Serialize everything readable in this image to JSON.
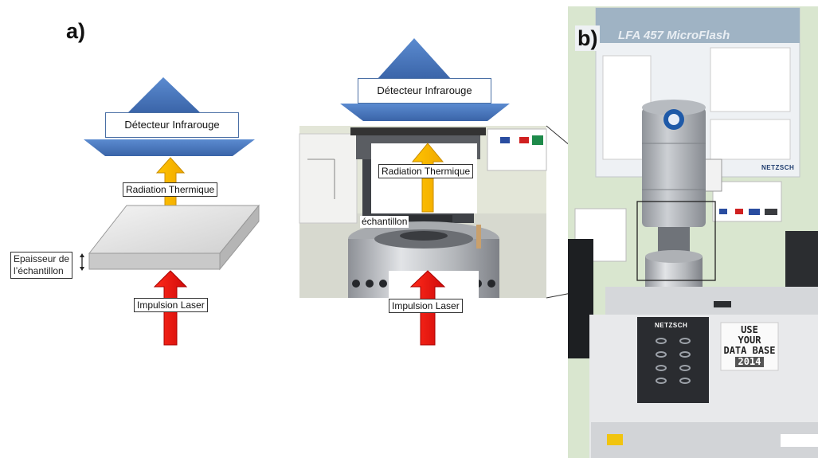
{
  "panel_a": {
    "label": "a)",
    "detector_label": "Détecteur Infrarouge",
    "radiation_label": "Radiation Thermique",
    "laser_label": "Impulsion Laser",
    "thickness_label_line1": "Epaisseur de",
    "thickness_label_line2": "l’échantillon"
  },
  "panel_middle": {
    "detector_label": "Détecteur Infrarouge",
    "radiation_label": "Radiation Thermique",
    "sample_label": "échantillon",
    "laser_label": "Impulsion Laser"
  },
  "panel_b": {
    "label": "b)",
    "poster_title": "LFA 457 MicroFlash",
    "poster_brand": "NETZSCH",
    "instrument_brand": "NETZSCH",
    "stamp_line1": "USE",
    "stamp_line2": "YOUR",
    "stamp_line3": "DATA BASE",
    "stamp_year": "2014"
  },
  "colors": {
    "detector_blue": "#4a76b8",
    "arrow_yellow": "#f5b800",
    "arrow_red": "#e01010",
    "wall_green": "#d9e6cf"
  }
}
